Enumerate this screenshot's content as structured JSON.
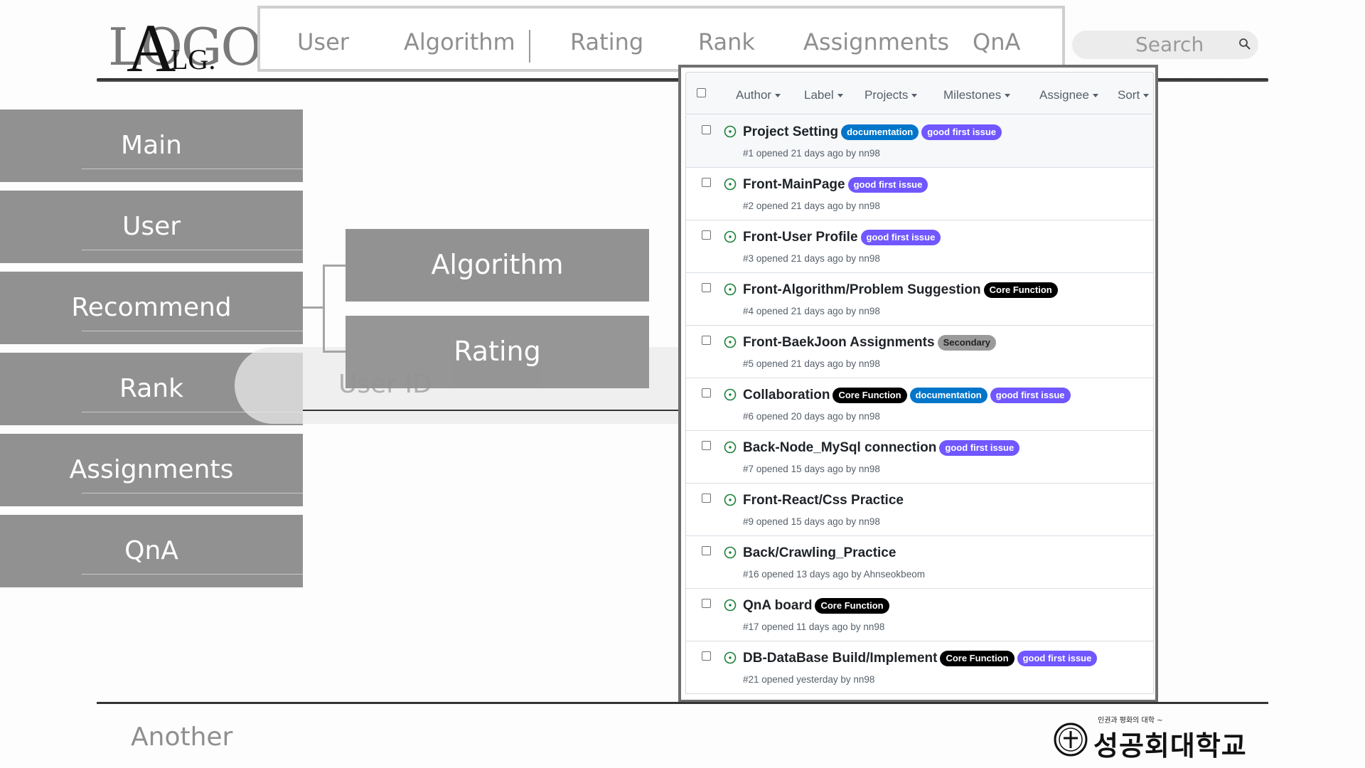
{
  "logo": {
    "bg_text": "LOGO",
    "mark": "A",
    "mark_suffix": "LG."
  },
  "nav": {
    "items": [
      "User",
      "Algorithm",
      "Rating",
      "Rank",
      "Assignments",
      "QnA"
    ]
  },
  "search": {
    "placeholder": "Search",
    "icon": "search-icon"
  },
  "sidebar": {
    "items": [
      {
        "label": "Main"
      },
      {
        "label": "User"
      },
      {
        "label": "Recommend"
      },
      {
        "label": "Rank"
      },
      {
        "label": "Assignments"
      },
      {
        "label": "QnA"
      }
    ]
  },
  "submenu": {
    "items": [
      {
        "label": "Algorithm"
      },
      {
        "label": "Rating"
      }
    ]
  },
  "user_id": {
    "label": "User ID"
  },
  "issues": {
    "filters": [
      "Author",
      "Label",
      "Projects",
      "Milestones",
      "Assignee",
      "Sort"
    ],
    "rows": [
      {
        "title": "Project Setting",
        "labels": [
          {
            "text": "documentation",
            "kind": "doc"
          },
          {
            "text": "good first issue",
            "kind": "gfi"
          }
        ],
        "meta": "#1 opened 21 days ago by nn98"
      },
      {
        "title": "Front-MainPage",
        "labels": [
          {
            "text": "good first issue",
            "kind": "gfi"
          }
        ],
        "meta": "#2 opened 21 days ago by nn98"
      },
      {
        "title": "Front-User Profile",
        "labels": [
          {
            "text": "good first issue",
            "kind": "gfi"
          }
        ],
        "meta": "#3 opened 21 days ago by nn98"
      },
      {
        "title": "Front-Algorithm/Problem Suggestion",
        "labels": [
          {
            "text": "Core Function",
            "kind": "core"
          }
        ],
        "meta": "#4 opened 21 days ago by nn98"
      },
      {
        "title": "Front-BaekJoon Assignments",
        "labels": [
          {
            "text": "Secondary",
            "kind": "sec"
          }
        ],
        "meta": "#5 opened 21 days ago by nn98"
      },
      {
        "title": "Collaboration",
        "labels": [
          {
            "text": "Core Function",
            "kind": "core"
          },
          {
            "text": "documentation",
            "kind": "doc"
          },
          {
            "text": "good first issue",
            "kind": "gfi"
          }
        ],
        "meta": "#6 opened 20 days ago by nn98"
      },
      {
        "title": "Back-Node_MySql connection",
        "labels": [
          {
            "text": "good first issue",
            "kind": "gfi"
          }
        ],
        "meta": "#7 opened 15 days ago by nn98"
      },
      {
        "title": "Front-React/Css Practice",
        "labels": [],
        "meta": "#9 opened 15 days ago by nn98"
      },
      {
        "title": "Back/Crawling_Practice",
        "labels": [],
        "meta": "#16 opened 13 days ago by Ahnseokbeom"
      },
      {
        "title": "QnA board",
        "labels": [
          {
            "text": "Core Function",
            "kind": "core"
          }
        ],
        "meta": "#17 opened 11 days ago by nn98"
      },
      {
        "title": "DB-DataBase Build/Implement",
        "labels": [
          {
            "text": "Core Function",
            "kind": "core"
          },
          {
            "text": "good first issue",
            "kind": "gfi"
          }
        ],
        "meta": "#21 opened yesterday by nn98"
      }
    ]
  },
  "footer": {
    "left_text": "Another",
    "university": {
      "motto": "인권과 평화의 대학 ~",
      "name": "성공회대학교"
    }
  },
  "colors": {
    "label_documentation": "#0075ca",
    "label_good_first_issue": "#7057ff",
    "label_core_function": "#000000",
    "label_secondary": "#9a9a9a",
    "issue_open": "#1a7f37",
    "menu_gray": "#919191"
  }
}
